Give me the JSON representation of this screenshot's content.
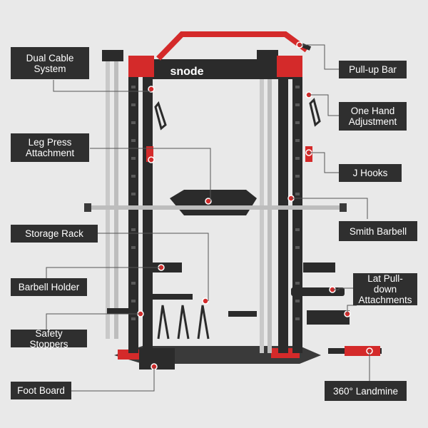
{
  "brand": "snode",
  "colors": {
    "background": "#e9e9e9",
    "label_bg": "#2f2f2f",
    "label_text": "#ffffff",
    "frame": "#2b2b2b",
    "accent_red": "#d42a2a",
    "chrome": "#c9c9c9",
    "leader_line": "#555555"
  },
  "labels": {
    "dual_cable": "Dual Cable\nSystem",
    "pullup_bar": "Pull-up Bar",
    "one_hand": "One Hand\nAdjustment",
    "leg_press": "Leg Press\nAttachment",
    "j_hooks": "J Hooks",
    "storage_rack": "Storage Rack",
    "smith_barbell": "Smith Barbell",
    "barbell_holder": "Barbell Holder",
    "lat_pulldown": "Lat Pull-down\nAttachments",
    "safety_stoppers": "Safety Stoppers",
    "foot_board": "Foot Board",
    "landmine": "360° Landmine"
  }
}
